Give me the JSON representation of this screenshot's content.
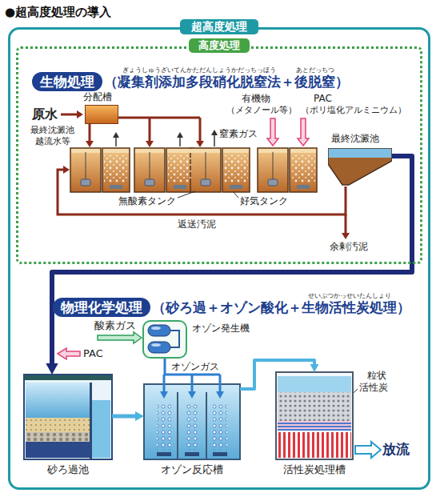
{
  "diagram": {
    "title": "●超高度処理の導入",
    "nodes": [
      {
        "text": [
          "超高度処理"
        ]
      },
      {
        "text": [
          "高度処理"
        ],
        "in": 0
      },
      {
        "text": [
          "生物処理"
        ],
        "in": 1
      },
      {
        "text": [
          "分配槽"
        ],
        "in": 1
      },
      {
        "text": [
          "最終沈澱池"
        ],
        "in": 1
      },
      {
        "text": [
          "物理化学処理"
        ],
        "in": 0
      },
      {
        "text": [
          "オゾン発生機"
        ],
        "in": 0
      },
      {
        "text": [
          "砂ろ過池"
        ],
        "in": 0
      },
      {
        "text": [
          "オゾン反応槽"
        ],
        "in": 0
      },
      {
        "text": [
          "活性炭処理槽"
        ],
        "in": 0
      }
    ],
    "edges": [
      {
        "from": 4,
        "to": 7,
        "arrow": "to"
      },
      {
        "from": 7,
        "to": 8,
        "arrow": "to"
      },
      {
        "from": 6,
        "to": 8,
        "label": "オゾンガス",
        "arrow": "to"
      },
      {
        "from": 8,
        "to": 9,
        "arrow": "to"
      }
    ],
    "labels": [
      "ぎょうしゅうざいてんかただんしょうかだっちっほう",
      "あとだっちつ",
      "（凝集剤添加多段硝化脱窒法＋後脱窒）",
      "原水",
      "最終沈澱池",
      "越流水等",
      "窒素ガス",
      "有機物",
      "（メタノール等）",
      "PAC",
      "（ポリ塩化アルミニウム）",
      "無酸素タンク",
      "好気タンク",
      "返送汚泥",
      "余剰汚泥",
      "せいぶつかっせいたんしょり",
      "（砂ろ過＋オゾン酸化＋生物活性炭処理）",
      "PAC",
      "酸素ガス",
      "粒状",
      "活性炭",
      "放流"
    ]
  }
}
